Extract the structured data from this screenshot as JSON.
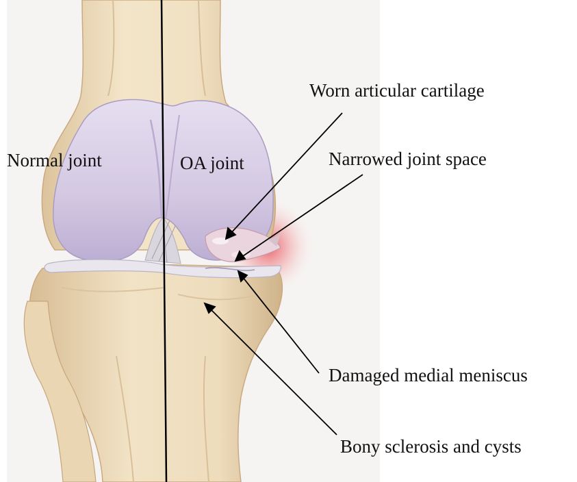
{
  "figure": {
    "side_labels": {
      "normal": "Normal joint",
      "oa": "OA joint"
    },
    "callouts": {
      "worn_cartilage": "Worn articular cartilage",
      "narrowed_space": "Narrowed joint space",
      "damaged_meniscus": "Damaged medial meniscus",
      "bony_sclerosis": "Bony sclerosis and cysts"
    },
    "colors": {
      "background_panel": "#f5f4f2",
      "bone": "#eedcbc",
      "bone_shadow": "#c9ad84",
      "cartilage": "#d9d0e6",
      "cartilage_shadow": "#b3a6c9",
      "meniscus": "#e9e6ee",
      "inflammation": "#e6303a",
      "line": "#000000"
    }
  }
}
